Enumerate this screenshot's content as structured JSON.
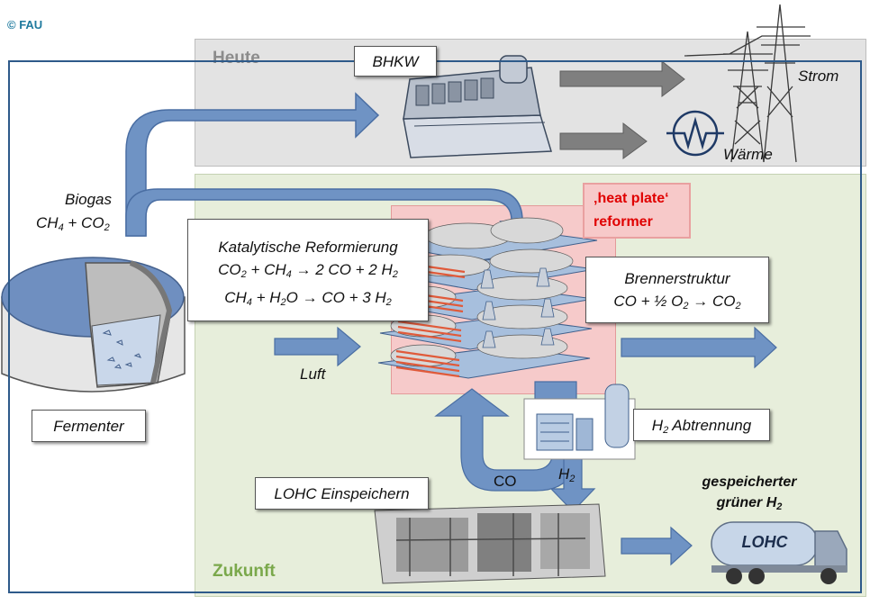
{
  "copyright": "© FAU",
  "sections": {
    "heute": "Heute",
    "zukunft": "Zukunft"
  },
  "labels": {
    "bhkw": "BHKW",
    "strom": "Strom",
    "waerme": "Wärme",
    "biogas": "Biogas",
    "biogas_formula": {
      "a": "CH",
      "a_sub": "4",
      "b": " + CO",
      "b_sub": "2"
    },
    "fermenter": "Fermenter",
    "reform_title": "Katalytische  Reformierung",
    "reform_line1": {
      "a": "CO",
      "a_sub": "2",
      "b": " + CH",
      "b_sub": "4",
      "c": " → 2 CO + 2 H",
      "c_sub": "2"
    },
    "reform_line2": {
      "a": "CH",
      "a_sub": "4",
      "b": " + H",
      "b_sub": "2",
      "c": "O → CO + 3 H",
      "c_sub": "2"
    },
    "heatplate_line1": "‚heat plate‘",
    "heatplate_line2": "reformer",
    "brenner_title": "Brennerstruktur",
    "brenner_formula": {
      "a": "CO + ½ O",
      "a_sub": "2",
      "b": " → CO",
      "b_sub": "2"
    },
    "luft": "Luft",
    "h2_abtrennung": {
      "a": "H",
      "a_sub": "2",
      "b": " Abtrennung"
    },
    "co": "CO",
    "h2": {
      "a": "H",
      "a_sub": "2"
    },
    "lohc_einspeichern": "LOHC Einspeichern",
    "stored_line1": "gespeicherter",
    "stored_line2": {
      "a": "grüner H",
      "a_sub": "2"
    },
    "lohc_truck": "LOHC"
  },
  "colors": {
    "arrow_blue": "#6f93c4",
    "arrow_gray": "#7f7f7f",
    "frame_blue": "#2e5a8a",
    "heat_plate_red": "#e00000"
  }
}
